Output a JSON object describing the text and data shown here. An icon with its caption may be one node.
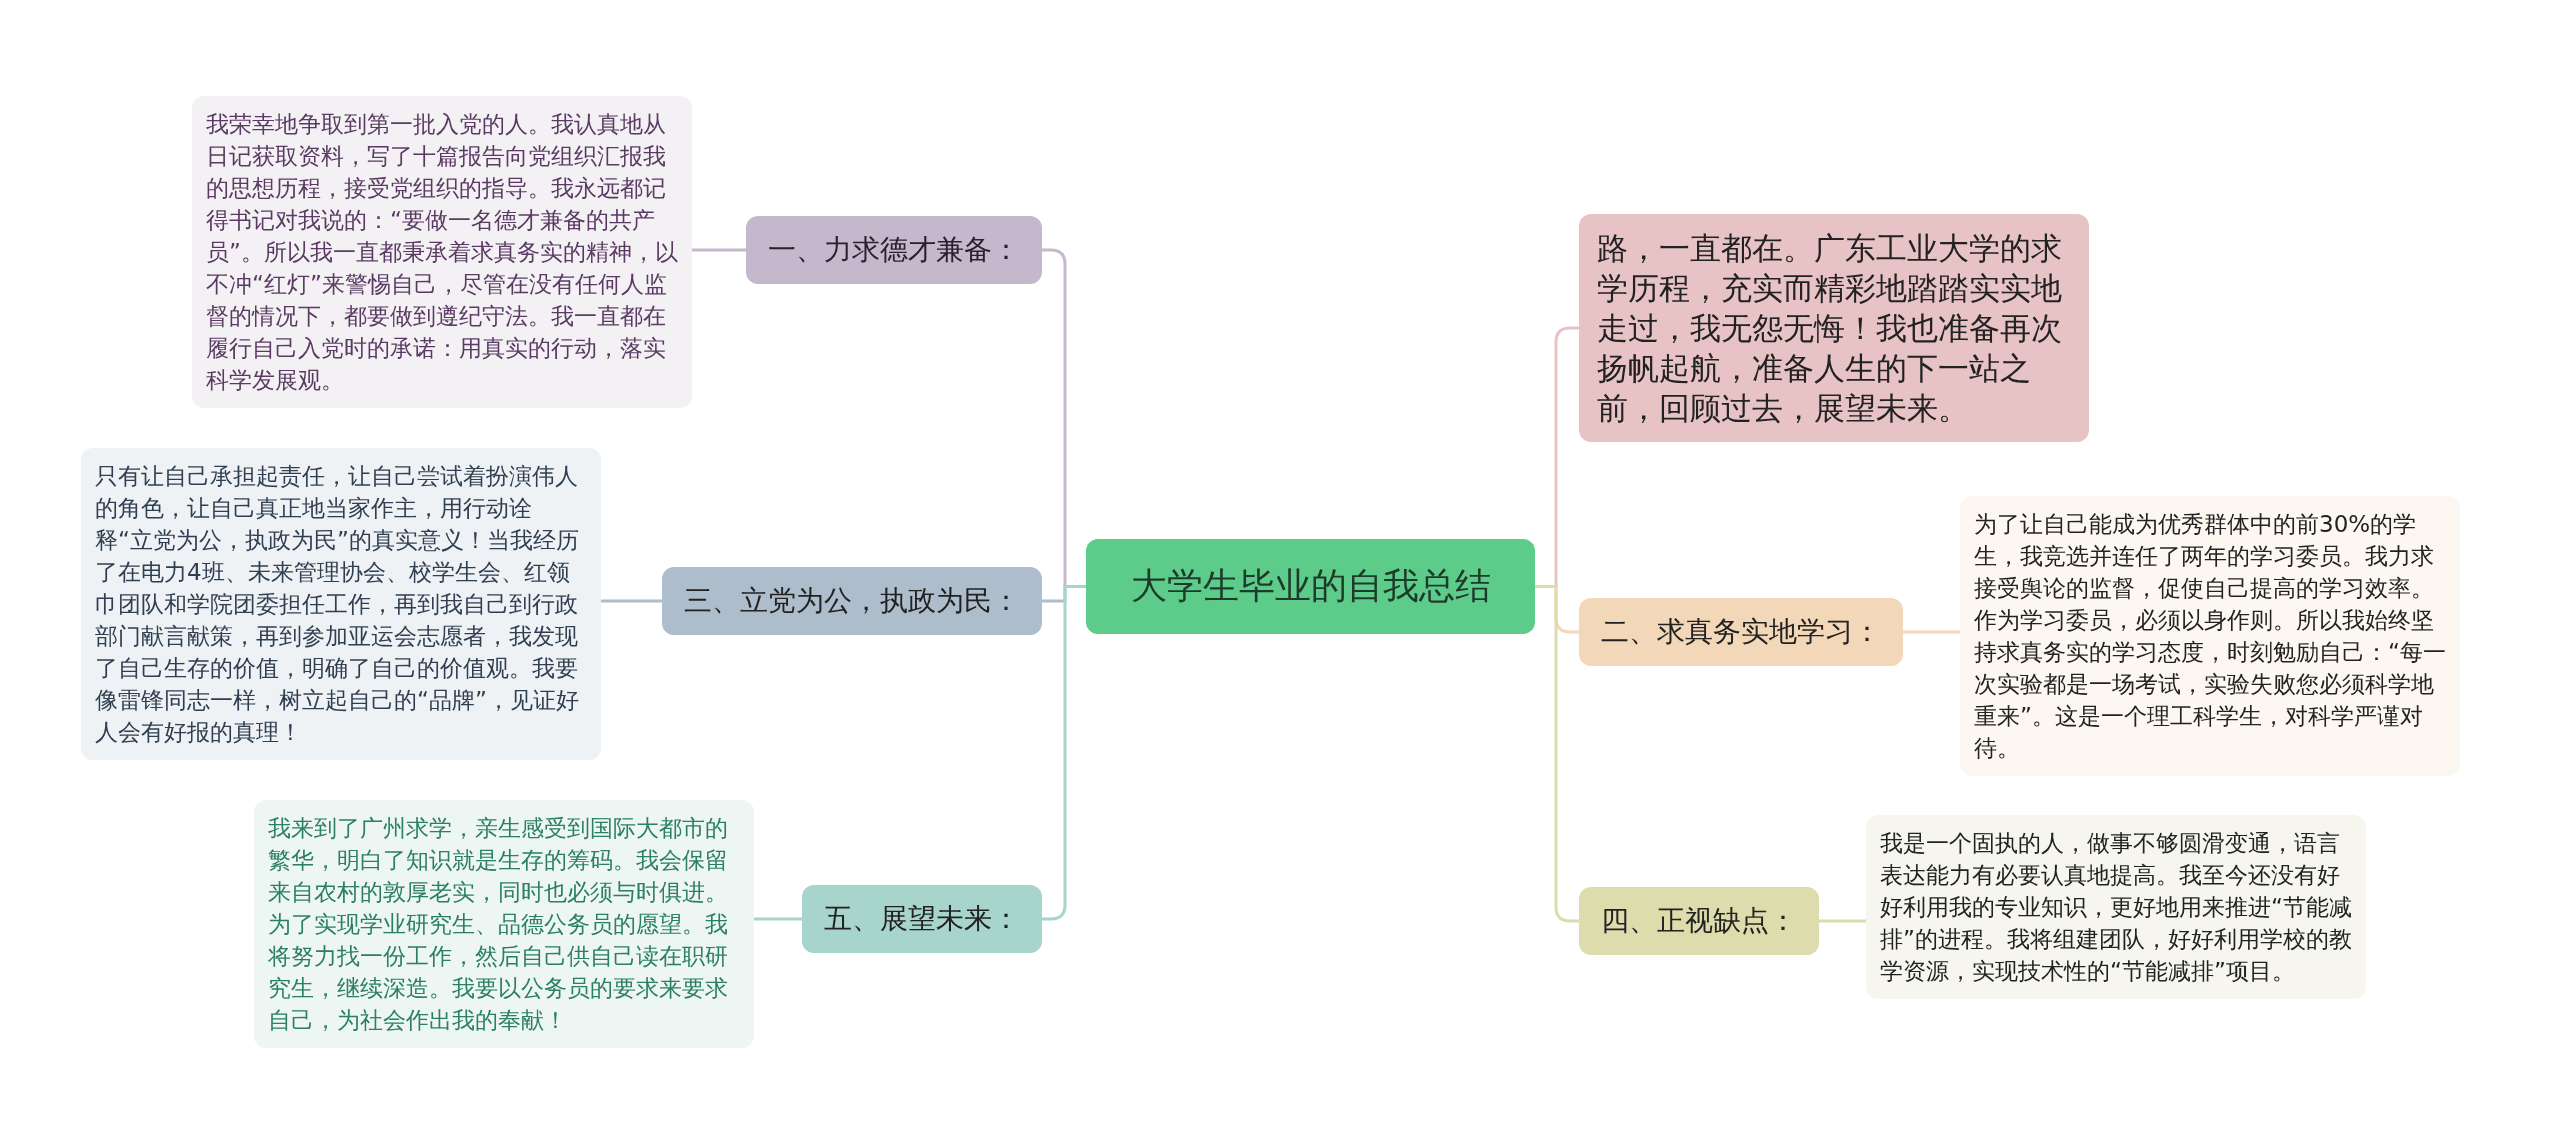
{
  "diagram": {
    "nodes": [
      {
        "text": [
          "大学生毕业的自我总结"
        ]
      },
      {
        "text": [
          "一、力求德才兼备："
        ]
      },
      {
        "text": [
          "我荣幸地争取到第一批入党的人。我认真地从日记获取资料，写了十篇报告向党组织汇报我的思想历程，接受党组织的指导。我永远都记得书记对我说的：“要做一名德才兼备的共产员”。所以我一直都秉承着求真务实的精神，以不冲“红灯”来警惕自己，尽管在没有任何人监督的情况下，都要做到遵纪守法。我一直都在履行自己入党时的承诺：用真实的行动，落实科学发展观。"
        ]
      },
      {
        "text": [
          "三、立党为公，执政为民："
        ]
      },
      {
        "text": [
          "只有让自己承担起责任，让自己尝试着扮演伟人的角色，让自己真正地当家作主，用行动诠释“立党为公，执政为民”的真实意义！当我经历了在电力4班、未来管理协会、校学生会、红领巾团队和学院团委担任工作，再到我自己到行政部门献言献策，再到参加亚运会志愿者，我发现了自己生存的价值，明确了自己的价值观。我要像雷锋同志一样，树立起自己的“品牌”，见证好人会有好报的真理！"
        ]
      },
      {
        "text": [
          "五、展望未来："
        ]
      },
      {
        "text": [
          "我来到了广州求学，亲生感受到国际大都市的繁华，明白了知识就是生存的筹码。我会保留来自农村的敦厚老实，同时也必须与时俱进。为了实现学业研究生、品德公务员的愿望。我将努力找一份工作，然后自己供自己读在职研究生，继续深造。我要以公务员的要求来要求自己，为社会作出我的奉献！"
        ]
      },
      {
        "text": [
          "路，一直都在。广东工业大学的求学历程，充实而精彩地踏踏实实地走过，我无怨无悔！我也准备再次扬帆起航，准备人生的下一站之前，回顾过去，展望未来。"
        ]
      },
      {
        "text": [
          "二、求真务实地学习："
        ]
      },
      {
        "text": [
          "为了让自己能成为优秀群体中的前30%的学生，我竞选并连任了两年的学习委员。我力求接受舆论的监督，促使自己提高的学习效率。作为学习委员，必须以身作则。所以我始终坚持求真务实的学习态度，时刻勉励自己：“每一次实验都是一场考试，实验失败您必须科学地重来”。这是一个理工科学生，对科学严谨对待。"
        ]
      },
      {
        "text": [
          "四、正视缺点："
        ]
      },
      {
        "text": [
          "我是一个固执的人，做事不够圆滑变通，语言表达能力有必要认真地提高。我至今还没有好好利用我的专业知识，更好地用来推进“节能减排”的进程。我将组建团队，好好利用学校的教学资源，实现技术性的“节能减排”项目。"
        ]
      }
    ],
    "edges": [
      {
        "from": 0,
        "to": 1,
        "arrow": "none",
        "color": "#c5b8cc"
      },
      {
        "from": 0,
        "to": 3,
        "arrow": "none",
        "color": "#aebdcc"
      },
      {
        "from": 0,
        "to": 5,
        "arrow": "none",
        "color": "#a7d4cb"
      },
      {
        "from": 0,
        "to": 7,
        "arrow": "none",
        "color": "#e8c3c5"
      },
      {
        "from": 0,
        "to": 8,
        "arrow": "none",
        "color": "#f2d7b8"
      },
      {
        "from": 0,
        "to": 10,
        "arrow": "none",
        "color": "#dcdcac"
      },
      {
        "from": 1,
        "to": 2,
        "arrow": "none",
        "color": "#c5b8cc"
      },
      {
        "from": 3,
        "to": 4,
        "arrow": "none",
        "color": "#aebdcc"
      },
      {
        "from": 5,
        "to": 6,
        "arrow": "none",
        "color": "#a7d4cb"
      },
      {
        "from": 8,
        "to": 9,
        "arrow": "none",
        "color": "#f2d7b8"
      },
      {
        "from": 10,
        "to": 11,
        "arrow": "none",
        "color": "#dcdcac"
      }
    ]
  }
}
